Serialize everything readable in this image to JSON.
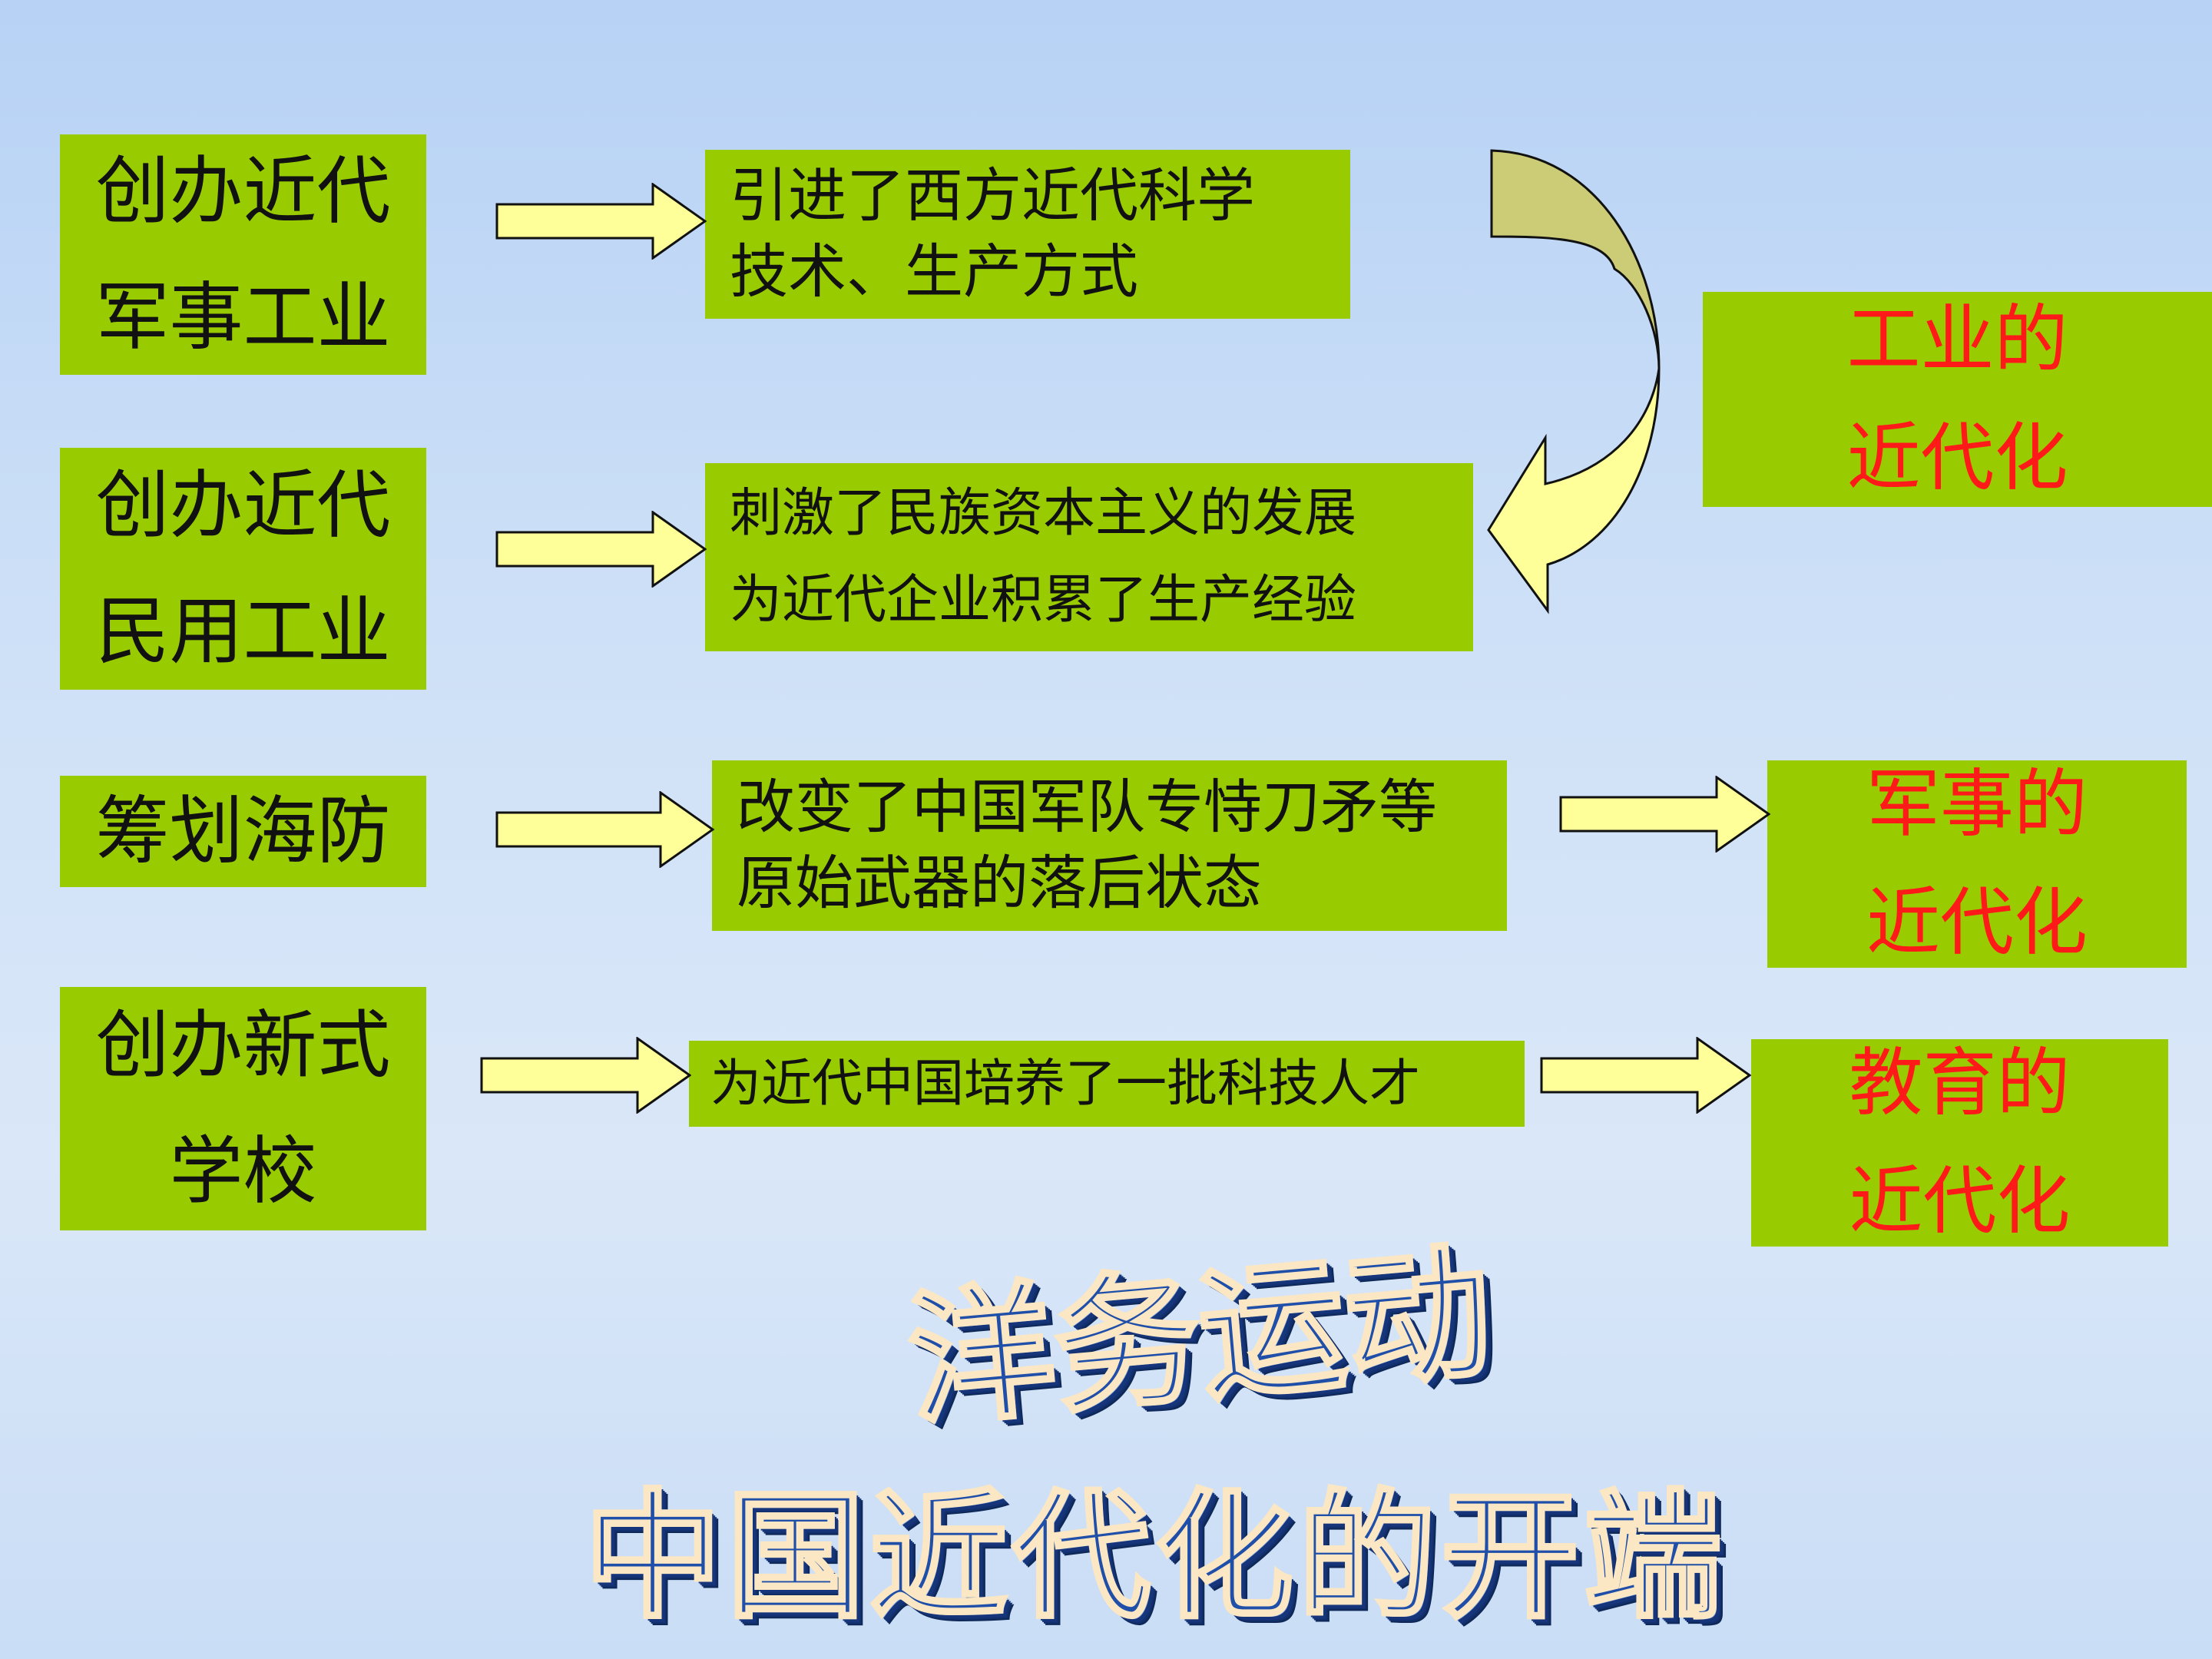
{
  "left": [
    {
      "line1": "创办近代",
      "line2": "军事工业"
    },
    {
      "line1": "创办近代",
      "line2": "民用工业"
    },
    {
      "line1": "筹划海防",
      "line2": ""
    },
    {
      "line1": "创办新式",
      "line2": "学校"
    }
  ],
  "middle": [
    {
      "line1": "引进了西方近代科学",
      "line2": "技术、生产方式"
    },
    {
      "line1": "刺激了民族资本主义的发展",
      "line2": "为近代企业积累了生产经验"
    },
    {
      "line1": "改变了中国军队专恃刀矛等",
      "line2": "原始武器的落后状态"
    },
    {
      "line1": "为近代中国培养了一批科技人才",
      "line2": ""
    }
  ],
  "results": [
    {
      "line1": "工业的",
      "line2": "近代化"
    },
    {
      "line1": "军事的",
      "line2": "近代化"
    },
    {
      "line1": "教育的",
      "line2": "近代化"
    }
  ],
  "title": {
    "line1": "洋务运动",
    "line2": "中国近代化的开端"
  },
  "colors": {
    "box_fill": "#99cc00",
    "result_text": "#ff1a1a",
    "arrow_fill": "#ffff99",
    "curve_fill": "#cccc66",
    "title_blue": "#1f4fa8"
  }
}
